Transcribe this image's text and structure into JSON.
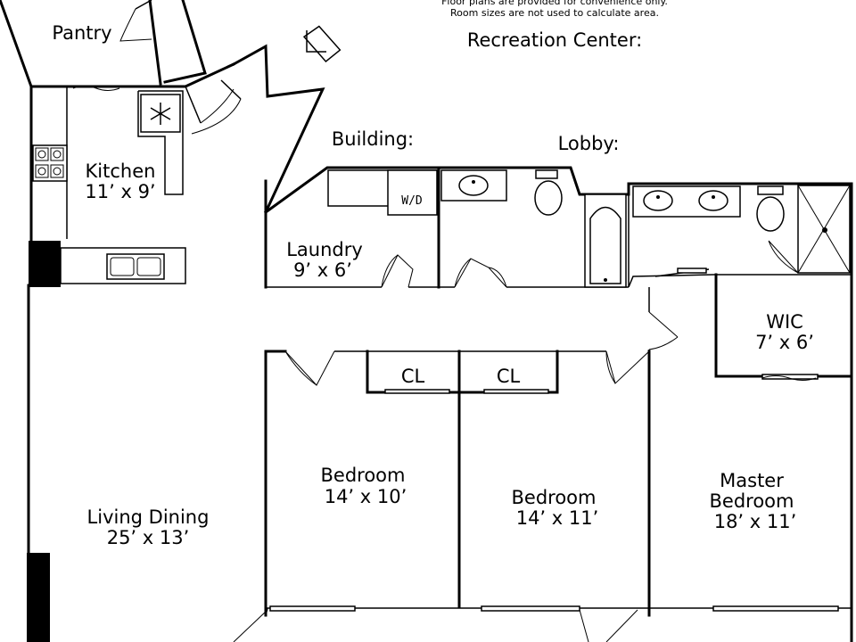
{
  "notes": {
    "line1": "Floor plans are provided for convenience only.",
    "line2": "Room sizes are not used to calculate area."
  },
  "annotations": {
    "recreation_center": "Recreation Center:",
    "building": "Building:",
    "lobby": "Lobby:"
  },
  "rooms": {
    "pantry": {
      "name": "Pantry"
    },
    "kitchen": {
      "name": "Kitchen",
      "size": "11’ x 9’"
    },
    "laundry": {
      "name": "Laundry",
      "size": "9’ x 6’",
      "appliance": "W/D"
    },
    "living_dining": {
      "name": "Living Dining",
      "size": "25’ x 13’"
    },
    "bedroom_1": {
      "name": "Bedroom",
      "size": "14’ x 10’"
    },
    "bedroom_2": {
      "name": "Bedroom",
      "size": "14’ x 11’"
    },
    "master_bedroom": {
      "name_line1": "Master",
      "name_line2": "Bedroom",
      "size": "18’ x 11’"
    },
    "wic": {
      "name": "WIC",
      "size": "7’ x 6’"
    },
    "closet_1": {
      "name": "CL"
    },
    "closet_2": {
      "name": "CL"
    }
  }
}
